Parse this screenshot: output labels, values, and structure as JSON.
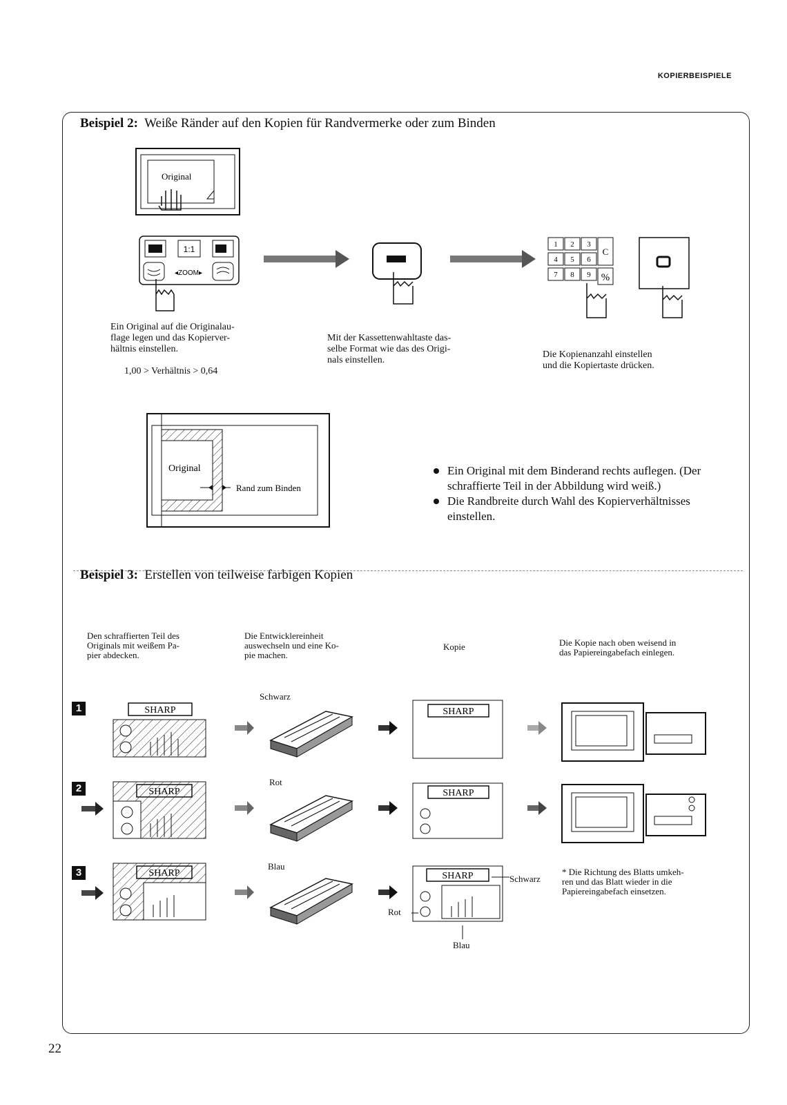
{
  "header": {
    "section_label": "KOPIERBEISPIELE"
  },
  "example2": {
    "label": "Beispiel 2:",
    "title": "Weiße Ränder auf den Kopien für Randvermerke oder zum Binden",
    "original_label": "Original",
    "panel_keys": {
      "ratio": "1:1",
      "zoom": "◂ZOOM▸"
    },
    "keypad": [
      "1",
      "2",
      "3",
      "4",
      "5",
      "6",
      "7",
      "8",
      "9"
    ],
    "keypad_clear": "C",
    "keypad_percent": "%",
    "step1_text": "Ein Original auf die Originalau-\nflage legen und das Kopierver-\nhältnis einstellen.",
    "step1_ratio": "1,00 > Verhältnis > 0,64",
    "step2_text": "Mit der Kassettenwahltaste das-\nselbe Format wie das des Origi-\nnals einstellen.",
    "step3_text": "Die Kopienanzahl einstellen\nund die Kopiertaste drücken.",
    "diagram_original": "Original",
    "diagram_margin": "Rand zum Binden",
    "bullets": [
      "Ein Original mit dem Binderand rechts auflegen. (Der schraffierte Teil in der Abbildung wird weiß.)",
      "Die Randbreite durch Wahl des Kopierverhältnisses einstellen."
    ]
  },
  "example3": {
    "label": "Beispiel 3:",
    "title": "Erstellen von teilweise farbigen Kopien",
    "col_headers": [
      "Den schraffierten Teil des\nOriginals mit weißem Pa-\npier abdecken.",
      "Die Entwicklereinheit\nauswechseln und eine Ko-\npie machen.",
      "Kopie",
      "Die Kopie nach oben weisend in\ndas Papiereingabefach einlegen."
    ],
    "brand": "SHARP",
    "rows": [
      {
        "step": "1",
        "developer": "Schwarz"
      },
      {
        "step": "2",
        "developer": "Rot"
      },
      {
        "step": "3",
        "developer": "Blau"
      }
    ],
    "copy_labels": {
      "black": "Schwarz",
      "red": "Rot",
      "blue": "Blau"
    },
    "note": "Die Richtung des Blatts umkeh-\nren und das Blatt wieder in die\nPapiereingabefach einsetzen."
  },
  "page_number": "22"
}
